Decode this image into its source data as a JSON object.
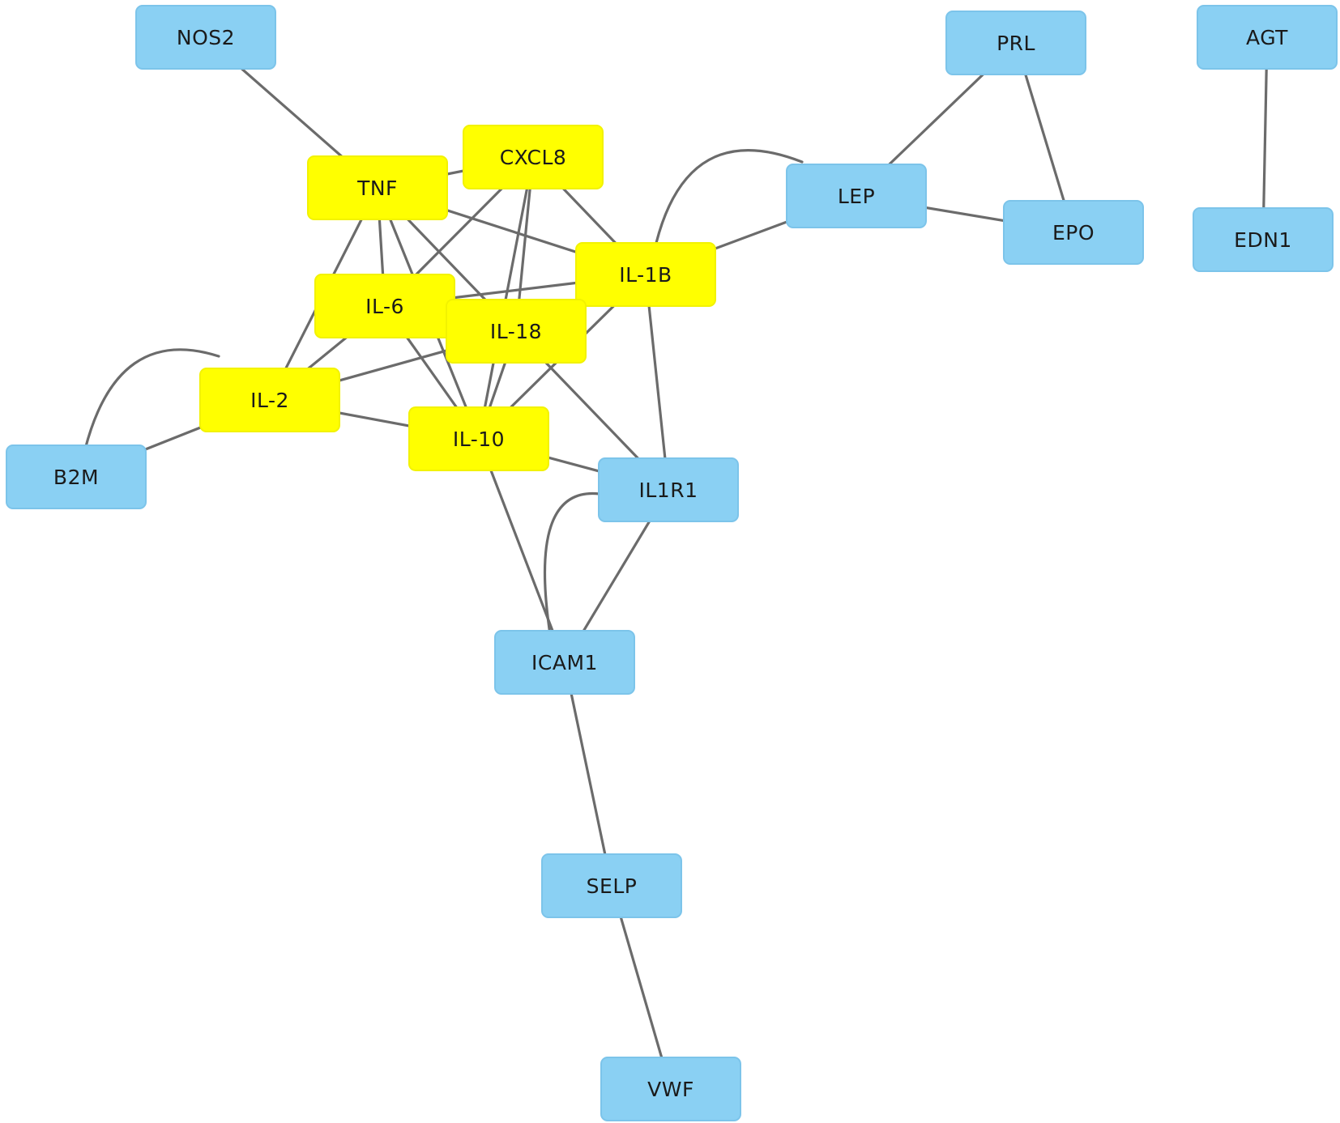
{
  "colors": {
    "hub": "#ffff00",
    "hub_border": "#f2f200",
    "other": "#8ad0f3",
    "other_border": "#7cc4ea",
    "edge": "#6b6b6b",
    "text": "#1a1a1a"
  },
  "nodes": [
    {
      "id": "NOS2",
      "label": "NOS2",
      "group": "other"
    },
    {
      "id": "PRL",
      "label": "PRL",
      "group": "other"
    },
    {
      "id": "AGT",
      "label": "AGT",
      "group": "other"
    },
    {
      "id": "CXCL8",
      "label": "CXCL8",
      "group": "hub"
    },
    {
      "id": "TNF",
      "label": "TNF",
      "group": "hub"
    },
    {
      "id": "LEP",
      "label": "LEP",
      "group": "other"
    },
    {
      "id": "EPO",
      "label": "EPO",
      "group": "other"
    },
    {
      "id": "EDN1",
      "label": "EDN1",
      "group": "other"
    },
    {
      "id": "IL-1B",
      "label": "IL-1B",
      "group": "hub"
    },
    {
      "id": "IL-6",
      "label": "IL-6",
      "group": "hub"
    },
    {
      "id": "IL-18",
      "label": "IL-18",
      "group": "hub"
    },
    {
      "id": "IL-2",
      "label": "IL-2",
      "group": "hub"
    },
    {
      "id": "IL-10",
      "label": "IL-10",
      "group": "hub"
    },
    {
      "id": "B2M",
      "label": "B2M",
      "group": "other"
    },
    {
      "id": "IL1R1",
      "label": "IL1R1",
      "group": "other"
    },
    {
      "id": "ICAM1",
      "label": "ICAM1",
      "group": "other"
    },
    {
      "id": "SELP",
      "label": "SELP",
      "group": "other"
    },
    {
      "id": "VWF",
      "label": "VWF",
      "group": "other"
    }
  ],
  "edges": [
    {
      "source": "NOS2",
      "target": "TNF"
    },
    {
      "source": "PRL",
      "target": "LEP"
    },
    {
      "source": "PRL",
      "target": "EPO"
    },
    {
      "source": "AGT",
      "target": "EDN1"
    },
    {
      "source": "LEP",
      "target": "EPO"
    },
    {
      "source": "LEP",
      "target": "IL-1B"
    },
    {
      "source": "LEP",
      "target": "IL1R1"
    },
    {
      "source": "TNF",
      "target": "CXCL8"
    },
    {
      "source": "TNF",
      "target": "IL-1B"
    },
    {
      "source": "TNF",
      "target": "IL-6"
    },
    {
      "source": "TNF",
      "target": "IL-2"
    },
    {
      "source": "TNF",
      "target": "IL-10"
    },
    {
      "source": "TNF",
      "target": "IL1R1"
    },
    {
      "source": "CXCL8",
      "target": "IL-1B"
    },
    {
      "source": "CXCL8",
      "target": "IL-6"
    },
    {
      "source": "CXCL8",
      "target": "IL-10"
    },
    {
      "source": "CXCL8",
      "target": "IL-18"
    },
    {
      "source": "IL-6",
      "target": "IL-1B"
    },
    {
      "source": "IL-6",
      "target": "IL-2"
    },
    {
      "source": "IL-6",
      "target": "IL-10"
    },
    {
      "source": "IL-18",
      "target": "IL-2"
    },
    {
      "source": "IL-18",
      "target": "IL-10"
    },
    {
      "source": "IL-1B",
      "target": "IL-10"
    },
    {
      "source": "IL-1B",
      "target": "IL1R1"
    },
    {
      "source": "IL-2",
      "target": "IL-10"
    },
    {
      "source": "IL-2",
      "target": "B2M"
    },
    {
      "source": "IL-2",
      "target": "B2M"
    },
    {
      "source": "IL-10",
      "target": "IL1R1"
    },
    {
      "source": "IL-10",
      "target": "ICAM1"
    },
    {
      "source": "IL1R1",
      "target": "ICAM1"
    },
    {
      "source": "IL1R1",
      "target": "ICAM1"
    },
    {
      "source": "ICAM1",
      "target": "SELP"
    },
    {
      "source": "SELP",
      "target": "VWF"
    }
  ]
}
